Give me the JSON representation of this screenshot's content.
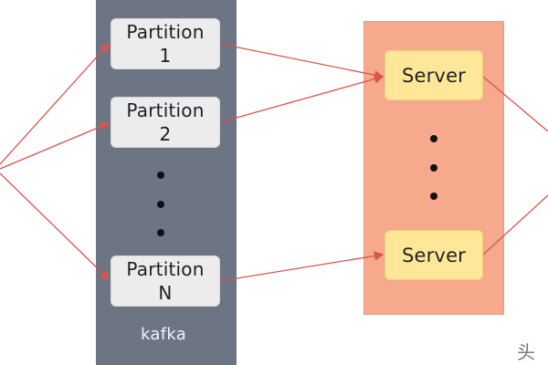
{
  "kafka": {
    "label": "kafka",
    "partitions": [
      {
        "line1": "Partition",
        "line2": "1"
      },
      {
        "line1": "Partition",
        "line2": "2"
      },
      {
        "line1": "Partition",
        "line2": "N"
      }
    ],
    "ellipsis_dots": 3
  },
  "server_group": {
    "servers": [
      {
        "label": "Server"
      },
      {
        "label": "Server"
      }
    ],
    "ellipsis_dots": 3
  },
  "colors": {
    "kafka_panel": "#6d7584",
    "server_panel": "#f6a98d",
    "partition_box": "#ececec",
    "server_box": "#ffe79a",
    "arrow": "#d9544d"
  },
  "watermark": {
    "glyph": "头"
  }
}
